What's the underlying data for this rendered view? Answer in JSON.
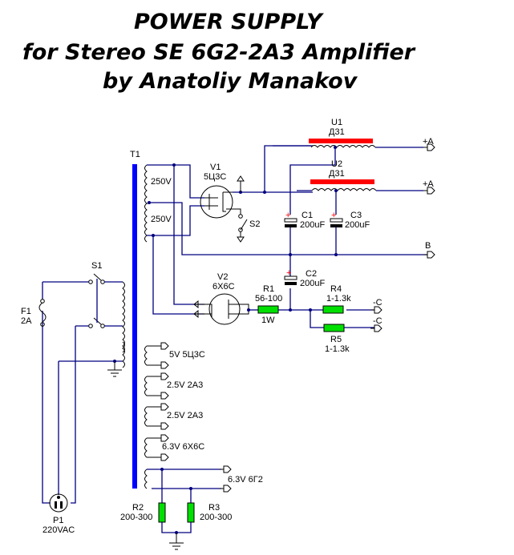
{
  "title": {
    "line1": "POWER SUPPLY",
    "line2": "for Stereo SE 6G2-2A3 Amplifier",
    "line3": "by Anatoliy Manakov"
  },
  "colors": {
    "wire": "#000080",
    "transformer_core": "#0000ff",
    "choke_core": "#ff0000",
    "resistor_fill": "#00e000",
    "polarity_mark": "#ff0000"
  },
  "components": {
    "T1": {
      "ref": "T1",
      "windings": [
        "250V",
        "250V"
      ]
    },
    "V1": {
      "ref": "V1",
      "type": "5Ц3С"
    },
    "V2": {
      "ref": "V2",
      "type": "6Х6С"
    },
    "S1": {
      "ref": "S1"
    },
    "S2": {
      "ref": "S2"
    },
    "F1": {
      "ref": "F1",
      "value": "2A"
    },
    "P1": {
      "ref": "P1",
      "value": "220VAC"
    },
    "U1": {
      "ref": "U1",
      "type": "Д31"
    },
    "U2": {
      "ref": "U2",
      "type": "Д31"
    },
    "C1": {
      "ref": "C1",
      "value": "200uF"
    },
    "C2": {
      "ref": "C2",
      "value": "200uF"
    },
    "C3": {
      "ref": "C3",
      "value": "200uF"
    },
    "R1": {
      "ref": "R1",
      "value": "56-100",
      "power": "1W"
    },
    "R2": {
      "ref": "R2",
      "value": "200-300"
    },
    "R3": {
      "ref": "R3",
      "value": "200-300"
    },
    "R4": {
      "ref": "R4",
      "value": "1-1.3k"
    },
    "R5": {
      "ref": "R5",
      "value": "1-1.3k"
    }
  },
  "outputs": {
    "a1": "+A",
    "a2": "+A",
    "b": "B",
    "c1": "-C",
    "c2": "-C"
  },
  "filament_windings": [
    "5V 5Ц3С",
    "2.5V 2A3",
    "2.5V 2A3",
    "6.3V 6X6C",
    "6.3V 6Г2"
  ]
}
